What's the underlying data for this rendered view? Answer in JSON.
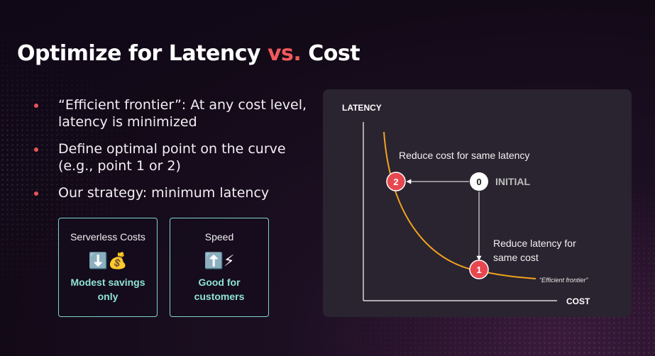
{
  "slide": {
    "title_part1": "Optimize for Latency",
    "title_accent": "vs.",
    "title_part2": "Cost",
    "bullets": [
      "“Efficient frontier”: At any cost level, latency is minimized",
      "Define optimal point on the curve (e.g., point 1 or 2)",
      "Our strategy: minimum latency"
    ],
    "cards": [
      {
        "title": "Serverless Costs",
        "icons": "⬇️💰",
        "desc_line1": "Modest savings",
        "desc_line2": "only"
      },
      {
        "title": "Speed",
        "icons": "⬆️⚡",
        "desc_line1": "Good for",
        "desc_line2": "customers"
      }
    ]
  },
  "chart_data": {
    "type": "diagram",
    "y_label": "LATENCY",
    "x_label": "COST",
    "annotation_top": "Reduce cost for same latency",
    "annotation_bottom_line1": "Reduce latency for",
    "annotation_bottom_line2": "same cost",
    "curve_label": "“Efficient frontier”",
    "points": [
      {
        "label": "0",
        "text": "INITIAL"
      },
      {
        "label": "1"
      },
      {
        "label": "2"
      }
    ],
    "colors": {
      "curve": "#f0a21e",
      "marker": "#e8474f",
      "initial": "#ffffff",
      "initial_text": "#bdbdbd"
    }
  }
}
